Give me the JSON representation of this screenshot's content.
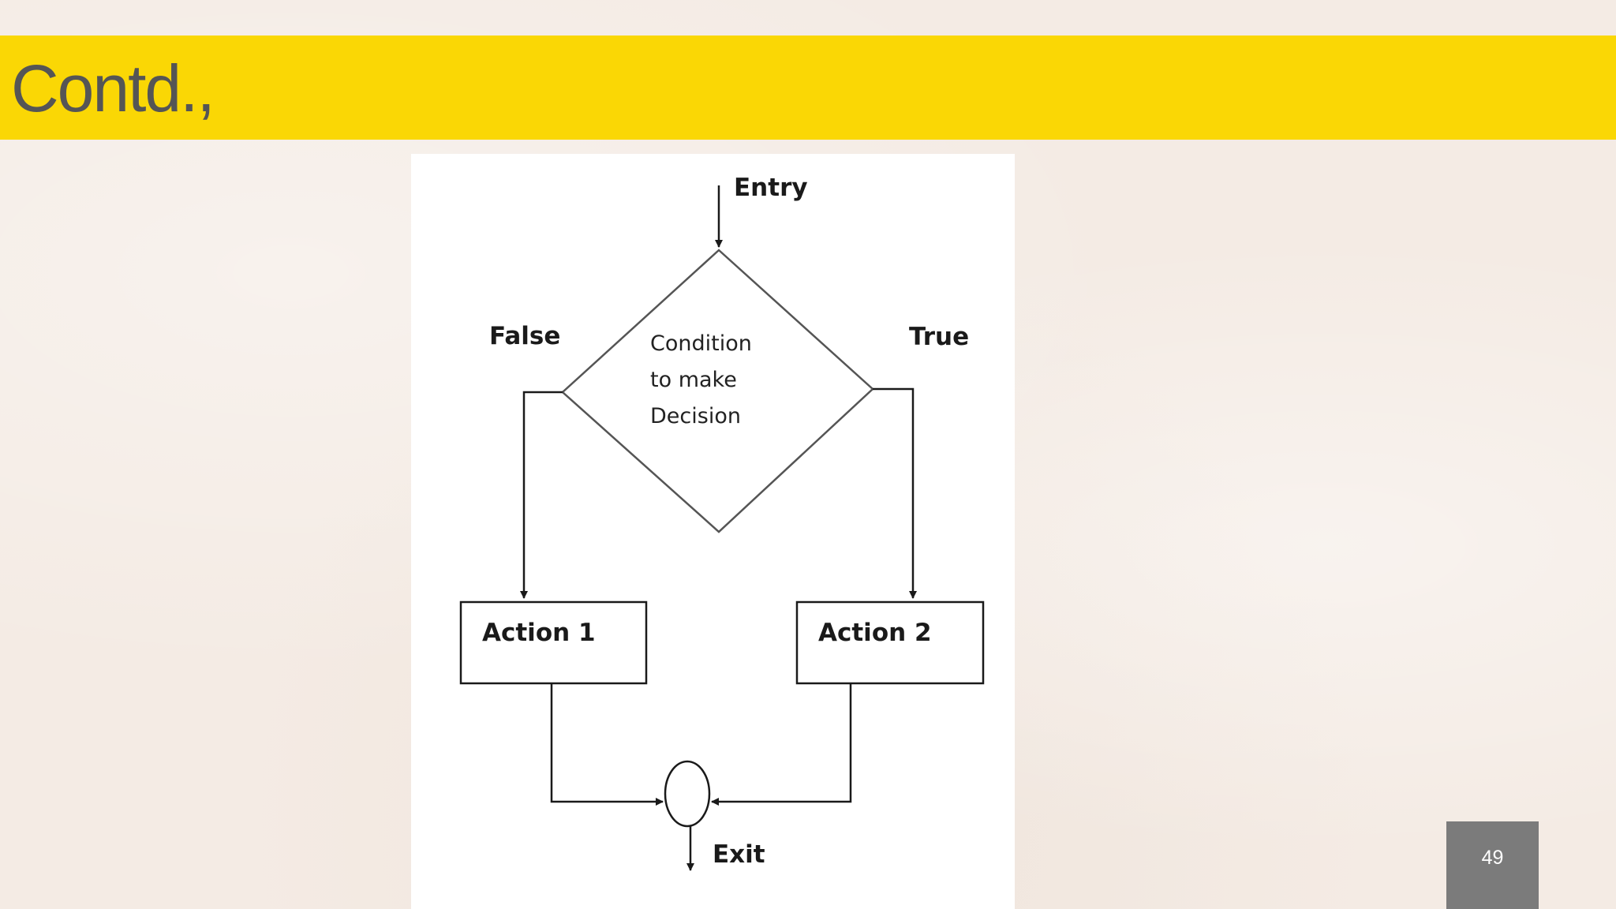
{
  "slide": {
    "title": "Contd.,",
    "page_number": "49"
  },
  "diagram": {
    "entry_label": "Entry",
    "false_label": "False",
    "true_label": "True",
    "condition_lines": [
      "Condition",
      "to make",
      "Decision"
    ],
    "action1_label": "Action 1",
    "action2_label": "Action 2",
    "exit_label": "Exit"
  },
  "colors": {
    "title_bar": "#fad705",
    "title_text": "#555555",
    "page_number_box": "#7b7b7b"
  }
}
